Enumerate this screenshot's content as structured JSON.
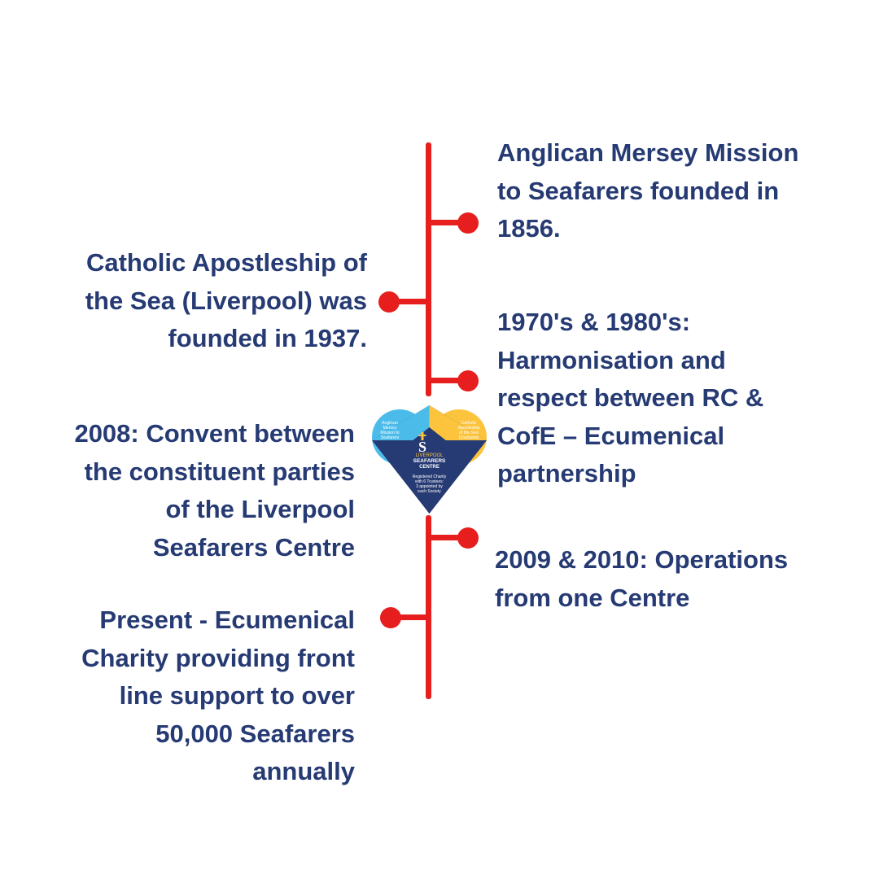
{
  "colors": {
    "timeline_red": "#e61e1e",
    "text_navy": "#263a73",
    "logo_blue": "#4bbcea",
    "logo_yellow": "#fcc33c",
    "logo_navy": "#263a73"
  },
  "events": [
    {
      "id": "anglican-mission",
      "side": "right",
      "text": "Anglican Mersey Mission\nto Seafarers founded in\n1856."
    },
    {
      "id": "catholic-apostleship",
      "side": "left",
      "text": "Catholic Apostleship of\nthe Sea (Liverpool) was\nfounded in 1937."
    },
    {
      "id": "harmonisation",
      "side": "right",
      "text": "1970's & 1980's:\nHarmonisation and\nrespect between RC &\nCofE – Ecumenical\npartnership"
    },
    {
      "id": "convent-2008",
      "side": "left",
      "text": "2008: Convent between\nthe constituent parties\nof the Liverpool\nSeafarers Centre"
    },
    {
      "id": "operations-2009",
      "side": "right",
      "text": "2009 & 2010: Operations\nfrom one Centre"
    },
    {
      "id": "present",
      "side": "left",
      "text": "Present - Ecumenical\nCharity providing front\nline support to over\n50,000 Seafarers\nannually "
    }
  ],
  "logo": {
    "blue_label": "Anglican\nMersey\nMission to\nSeafarers",
    "yellow_label": "Catholic\nApostleship\nof the Sea\n(Liverpool)",
    "emblem": "S",
    "name_top": "LIVERPOOL",
    "name_mid": "SEAFARERS",
    "name_bottom": "CENTRE",
    "charity_text": "Registered Charity\nwith 6 Trustees:\n3 appointed by\neach Society"
  }
}
